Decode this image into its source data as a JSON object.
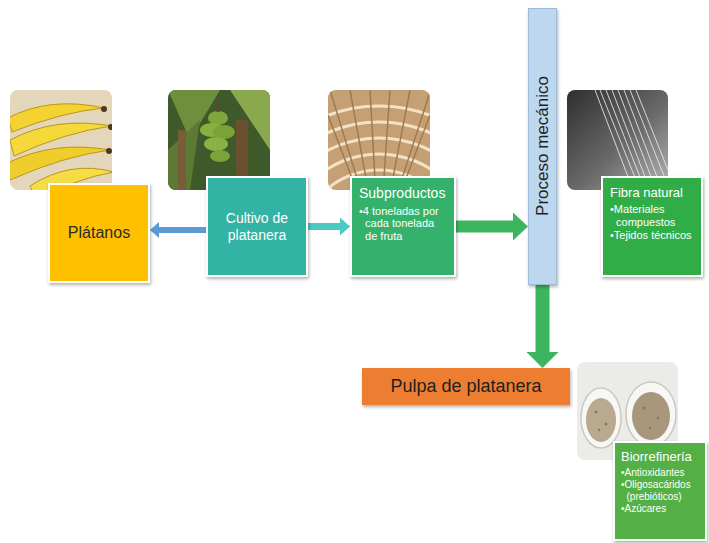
{
  "diagram": {
    "nodes": [
      {
        "text": [
          "Plátanos"
        ]
      },
      {
        "text": [
          "Cultivo de platanera"
        ]
      },
      {
        "text": [
          "Subproductos",
          "•4 toneladas por cada tonelada de fruta"
        ]
      },
      {
        "text": [
          "Proceso mecánico"
        ]
      },
      {
        "text": [
          "Fibra natural",
          "•Materiales compuestos",
          "•Tejidos técnicos"
        ]
      },
      {
        "text": [
          "Pulpa de platanera"
        ]
      },
      {
        "text": [
          "Biorrefinería",
          "•Antioxidantes",
          "•Oligosacáridos (prebióticos)",
          "•Azúcares"
        ]
      }
    ],
    "edges": [
      {
        "from": 1,
        "to": 0,
        "arrow": "to"
      },
      {
        "from": 1,
        "to": 2,
        "arrow": "to"
      },
      {
        "from": 2,
        "to": 3,
        "arrow": "to"
      },
      {
        "from": 3,
        "to": 5,
        "arrow": "to"
      }
    ]
  }
}
